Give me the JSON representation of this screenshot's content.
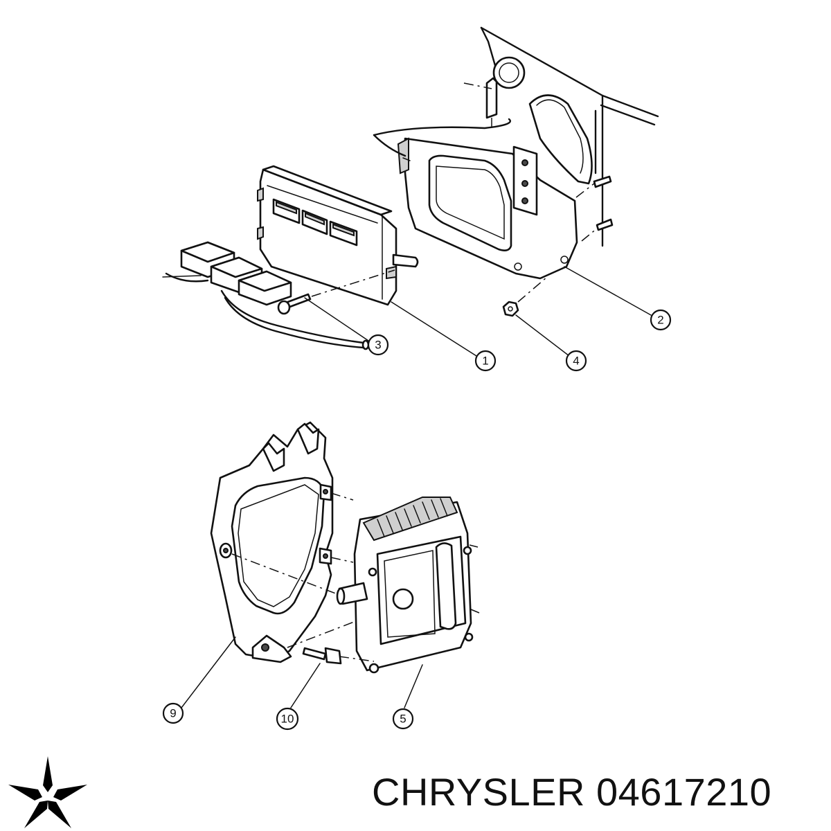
{
  "callouts": [
    {
      "number": "1"
    },
    {
      "number": "2"
    },
    {
      "number": "3"
    },
    {
      "number": "4"
    },
    {
      "number": "5"
    },
    {
      "number": "9"
    },
    {
      "number": "10"
    }
  ],
  "caption": {
    "brand": "CHRYSLER",
    "part_number": "04617210"
  },
  "logo": {
    "icon": "pentastar-logo-icon",
    "color": "#000000"
  }
}
